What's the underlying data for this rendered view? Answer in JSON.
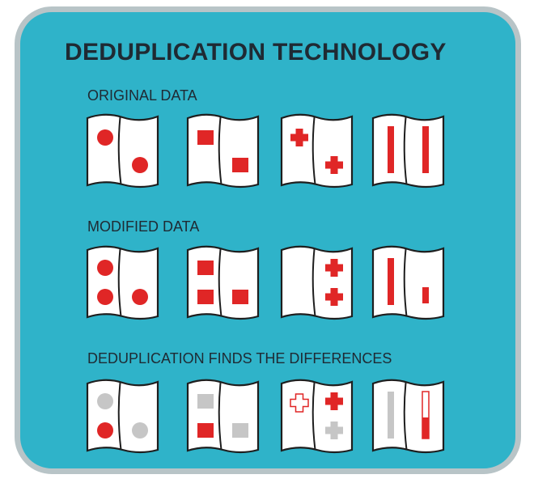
{
  "title": "DEDUPLICATION TECHNOLOGY",
  "sections": [
    {
      "label": "ORIGINAL DATA",
      "cards": [
        {
          "left": [
            {
              "shape": "circle",
              "style": "red"
            }
          ],
          "right": [
            {
              "shape": "circle",
              "style": "red"
            }
          ]
        },
        {
          "left": [
            {
              "shape": "square",
              "style": "red"
            }
          ],
          "right": [
            {
              "shape": "square",
              "style": "red"
            }
          ]
        },
        {
          "left": [
            {
              "shape": "cross",
              "style": "red"
            }
          ],
          "right": [
            {
              "shape": "cross",
              "style": "red"
            }
          ]
        },
        {
          "left": [
            {
              "shape": "bar",
              "style": "red"
            }
          ],
          "right": [
            {
              "shape": "bar",
              "style": "red"
            }
          ]
        }
      ]
    },
    {
      "label": "MODIFIED DATA",
      "cards": [
        {
          "left": [
            {
              "shape": "circle",
              "style": "red"
            },
            {
              "shape": "circle",
              "style": "red"
            }
          ],
          "right": [
            {
              "shape": "circle",
              "style": "red"
            }
          ]
        },
        {
          "left": [
            {
              "shape": "square",
              "style": "red"
            },
            {
              "shape": "square",
              "style": "red"
            }
          ],
          "right": [
            {
              "shape": "square",
              "style": "red"
            }
          ]
        },
        {
          "left": [],
          "right": [
            {
              "shape": "cross",
              "style": "red"
            },
            {
              "shape": "cross",
              "style": "red"
            }
          ]
        },
        {
          "left": [
            {
              "shape": "bar",
              "style": "red"
            }
          ],
          "right": [
            {
              "shape": "shortbar",
              "style": "red"
            }
          ]
        }
      ]
    },
    {
      "label": "DEDUPLICATION FINDS THE DIFFERENCES",
      "cards": [
        {
          "left": [
            {
              "shape": "circle",
              "style": "gray"
            },
            {
              "shape": "circle",
              "style": "red"
            }
          ],
          "right": [
            {
              "shape": "circle",
              "style": "gray"
            }
          ]
        },
        {
          "left": [
            {
              "shape": "square",
              "style": "gray"
            },
            {
              "shape": "square",
              "style": "red"
            }
          ],
          "right": [
            {
              "shape": "square",
              "style": "gray"
            }
          ]
        },
        {
          "left": [
            {
              "shape": "cross",
              "style": "outline"
            }
          ],
          "right": [
            {
              "shape": "cross",
              "style": "red"
            },
            {
              "shape": "cross",
              "style": "gray"
            }
          ]
        },
        {
          "left": [
            {
              "shape": "bar",
              "style": "gray"
            }
          ],
          "right": [
            {
              "shape": "barpartial",
              "style": "outline"
            }
          ]
        }
      ]
    }
  ],
  "colors": {
    "red": "#e02626",
    "gray": "#c6c6c6",
    "background": "#2fb3c9",
    "text": "#1f2a33"
  }
}
